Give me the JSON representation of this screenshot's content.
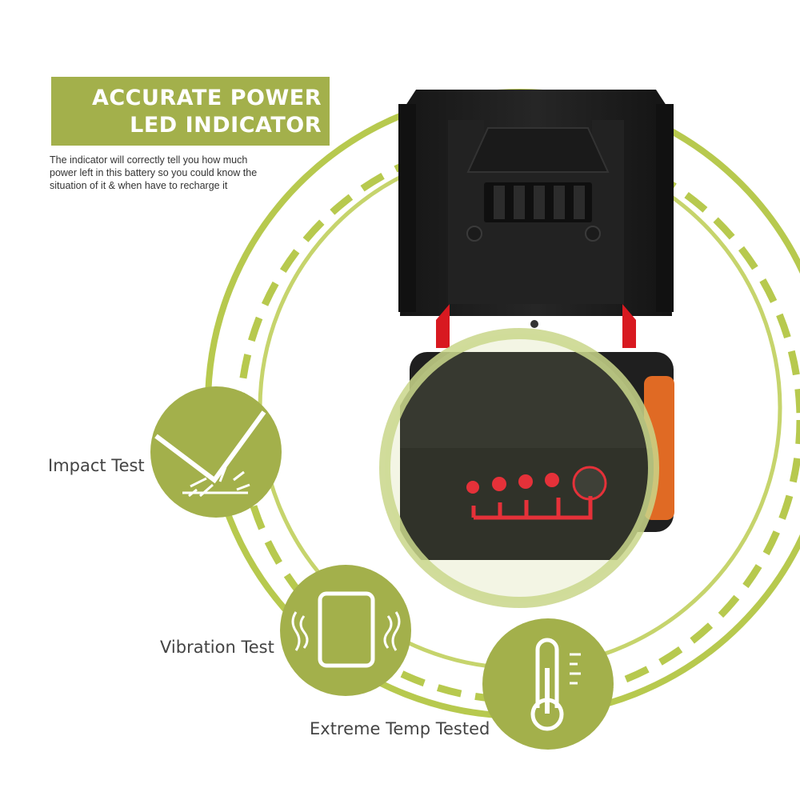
{
  "header": {
    "title_line1": "ACCURATE POWER",
    "title_line2": "LED  INDICATOR",
    "description": "The indicator will correctly tell you how much power left in this battery so you could know the situation of it & when have to recharge it"
  },
  "features": [
    {
      "label": "Impact Test",
      "icon": "impact-icon"
    },
    {
      "label": "Vibration Test",
      "icon": "vibration-icon"
    },
    {
      "label": "Extreme Temp Tested",
      "icon": "thermometer-icon"
    }
  ],
  "colors": {
    "accent": "#a3b04b",
    "ring": "#b7c94e",
    "battery": "#1e1e1e",
    "led": "#e8192c",
    "orange": "#e06a24"
  }
}
